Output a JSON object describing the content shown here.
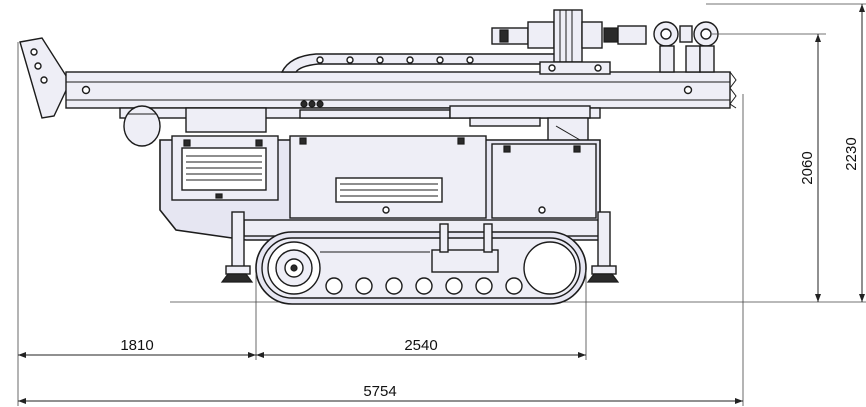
{
  "dimensions": {
    "front_overhang": "1810",
    "track_length": "2540",
    "overall_length": "5754",
    "height_lower": "2060",
    "height_upper": "2230"
  }
}
